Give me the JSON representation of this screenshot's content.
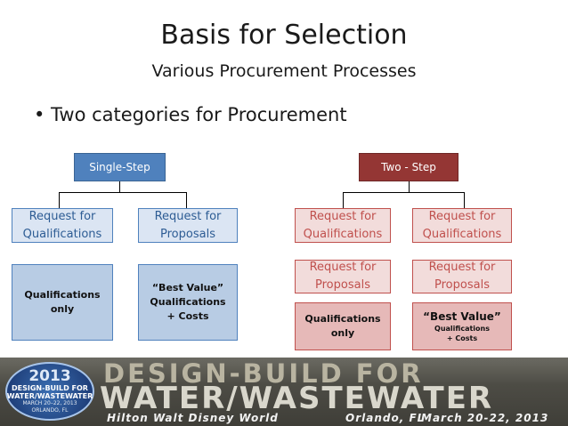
{
  "slide": {
    "title": "Basis for Selection",
    "subtitle": "Various Procurement Processes",
    "bullet": "• Two categories for Procurement"
  },
  "single_step": {
    "header": "Single-Step",
    "left_mid": "Request for Qualifications",
    "right_mid": "Request for Proposals",
    "left_low": "Qualifications only",
    "right_low": "“Best Value” Qualifications + Costs"
  },
  "two_step": {
    "header": "Two - Step",
    "left_rfq": "Request for Qualifications",
    "right_rfq": "Request for Qualifications",
    "left_rfp": "Request for Proposals",
    "right_rfp": "Request for Proposals",
    "left_low": "Qualifications only",
    "right_low_title": "“Best Value”",
    "right_low_detail": "Qualifications + Costs"
  },
  "banner": {
    "logo_year": "2013",
    "logo_line1": "DESIGN-BUILD FOR",
    "logo_line2": "WATER/WASTEWATER",
    "logo_dates": "MARCH 20–22, 2013",
    "logo_place": "ORLANDO, FL",
    "headline1": "DESIGN-BUILD FOR",
    "headline2": "WATER/WASTEWATER",
    "venue": "Hilton Walt Disney World",
    "city": "Orlando, FL",
    "dates": "March 20-22, 2013"
  },
  "colors": {
    "blue_dark": "#4f81bd",
    "blue_light": "#b8cce4",
    "red_dark": "#943634",
    "red_light": "#e6b9b8"
  }
}
